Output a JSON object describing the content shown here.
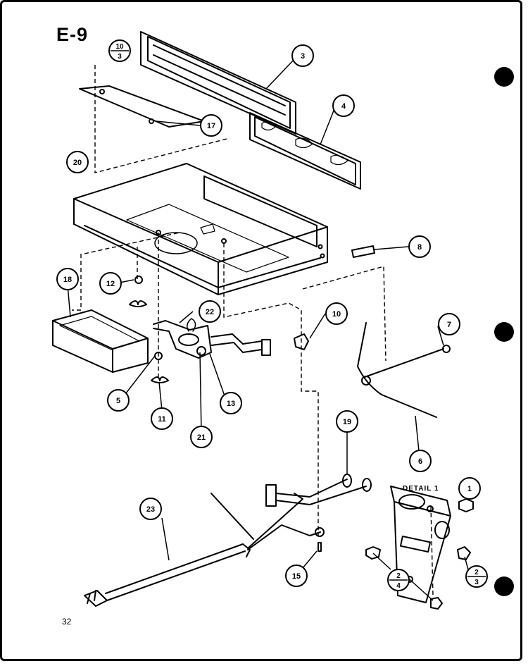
{
  "title": "E-9",
  "page_number": "32",
  "detail_label": "DETAIL 1",
  "callouts": [
    {
      "id": "c-10-3",
      "top": "10",
      "bottom": "3"
    },
    {
      "id": "c-3",
      "label": "3"
    },
    {
      "id": "c-4",
      "label": "4"
    },
    {
      "id": "c-17",
      "label": "17"
    },
    {
      "id": "c-20",
      "label": "20"
    },
    {
      "id": "c-8",
      "label": "8"
    },
    {
      "id": "c-12",
      "label": "12"
    },
    {
      "id": "c-18",
      "label": "18"
    },
    {
      "id": "c-22",
      "label": "22"
    },
    {
      "id": "c-10",
      "label": "10"
    },
    {
      "id": "c-7",
      "label": "7"
    },
    {
      "id": "c-5",
      "label": "5"
    },
    {
      "id": "c-11",
      "label": "11"
    },
    {
      "id": "c-21",
      "label": "21"
    },
    {
      "id": "c-13",
      "label": "13"
    },
    {
      "id": "c-6",
      "label": "6"
    },
    {
      "id": "c-19",
      "label": "19"
    },
    {
      "id": "c-1",
      "label": "1"
    },
    {
      "id": "c-23",
      "label": "23"
    },
    {
      "id": "c-2-3",
      "top": "2",
      "bottom": "3"
    },
    {
      "id": "c-2-4",
      "top": "2",
      "bottom": "4"
    },
    {
      "id": "c-15",
      "label": "15"
    }
  ]
}
